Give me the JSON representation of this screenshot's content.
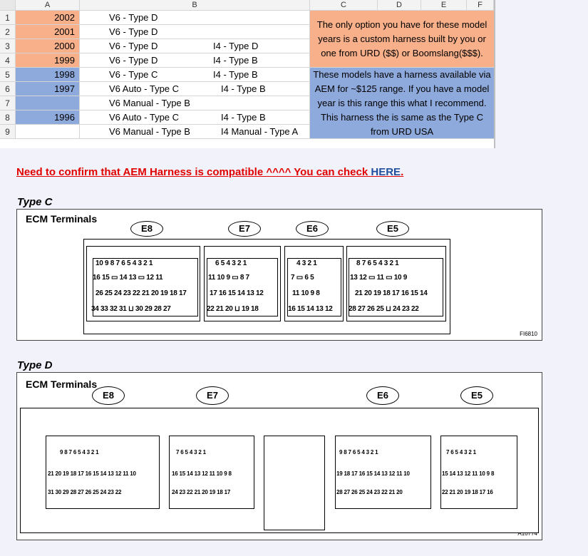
{
  "spreadsheet": {
    "columns": [
      "A",
      "B",
      "C",
      "D",
      "E",
      "F"
    ],
    "rows": [
      {
        "num": "1",
        "year": "2002",
        "b1": "V6 - Type D",
        "b2": ""
      },
      {
        "num": "2",
        "year": "2001",
        "b1": "V6 - Type D",
        "b2": ""
      },
      {
        "num": "3",
        "year": "2000",
        "b1": "V6 - Type D",
        "b2": "I4 - Type D"
      },
      {
        "num": "4",
        "year": "1999",
        "b1": "V6 - Type D",
        "b2": "I4 - Type B"
      },
      {
        "num": "5",
        "year": "1998",
        "b1": "V6 - Type C",
        "b2": "I4 - Type B"
      },
      {
        "num": "6",
        "year": "1997",
        "b1": "V6 Auto - Type C",
        "b2": "I4 - Type B"
      },
      {
        "num": "7",
        "year": "",
        "b1": "V6 Manual - Type B",
        "b2": ""
      },
      {
        "num": "8",
        "year": "1996",
        "b1": "V6 Auto - Type C",
        "b2": "I4 - Type B"
      },
      {
        "num": "9",
        "year": "",
        "b1": "V6 Manual - Type B",
        "b2": "I4 Manual - Type A"
      }
    ],
    "note_orange": "The only option you have for these model years is a custom harness built by you or one from URD ($$) or Boomslang($$$).",
    "note_blue": "These models have a harness available via AEM for ~$125 range. If you have a model year is this range this what I recommend. This harness the is same as the Type C from URD USA",
    "colors": {
      "orange": "#f7b08a",
      "blue": "#8ea9db"
    }
  },
  "note": {
    "text": "Need to confirm that AEM Harness is compatible ^^^^ You can check ",
    "link": "HERE",
    "suffix": "."
  },
  "type_c": {
    "title": "Type C",
    "label": "ECM Terminals",
    "figure_id": "FI6810",
    "connectors": [
      {
        "name": "E8",
        "rows": [
          "10 9 8 7 6 5 4 3 2 1",
          "16 15 ▭ 14 13 ▭ 12 11",
          "26 25 24 23 22 21 20 19 18 17",
          "34 33 32 31 ⊔ 30 29 28 27"
        ]
      },
      {
        "name": "E7",
        "rows": [
          "6 5 4 3 2 1",
          "11 10 9 ▭ 8 7",
          "17 16 15 14 13 12",
          "22 21 20 ⊔ 19 18"
        ]
      },
      {
        "name": "E6",
        "rows": [
          "4 3 2 1",
          "7 ▭ 6 5",
          "11 10 9 8",
          "16 15 14 13 12"
        ]
      },
      {
        "name": "E5",
        "rows": [
          "8 7 6 5 4 3 2 1",
          "13 12 ▭ 11 ▭ 10 9",
          "21 20 19 18 17 16 15 14",
          "28 27 26 25 ⊔ 24 23 22"
        ]
      }
    ]
  },
  "type_d": {
    "title": "Type D",
    "label": "ECM Terminals",
    "figure_id": "A10774",
    "connectors": [
      {
        "name": "E8",
        "rows": [
          "9 8 7 6 5 4 3   2 1",
          "21 20 19 18 17 16 15 14 13 12 11 10",
          "31 30 29   28 27   26 25 24 23 22"
        ]
      },
      {
        "name": "E7",
        "rows": [
          "7 6 5 4 3   2 1",
          "16 15 14 13 12 11 10 9 8",
          "24 23 22   21 20 19 18 17"
        ]
      },
      {
        "name": "E6",
        "rows": [
          "9 8 7   6 5 4 3 2 1",
          "19 18 17 16 15 14 13 12 11 10",
          "28 27 26 25 24 23   22 21 20"
        ]
      },
      {
        "name": "E5",
        "rows": [
          "7 6   5 4 3 2 1",
          "15 14 13 12 11 10 9 8",
          "22 21 20 19 18   17 16"
        ]
      }
    ]
  }
}
